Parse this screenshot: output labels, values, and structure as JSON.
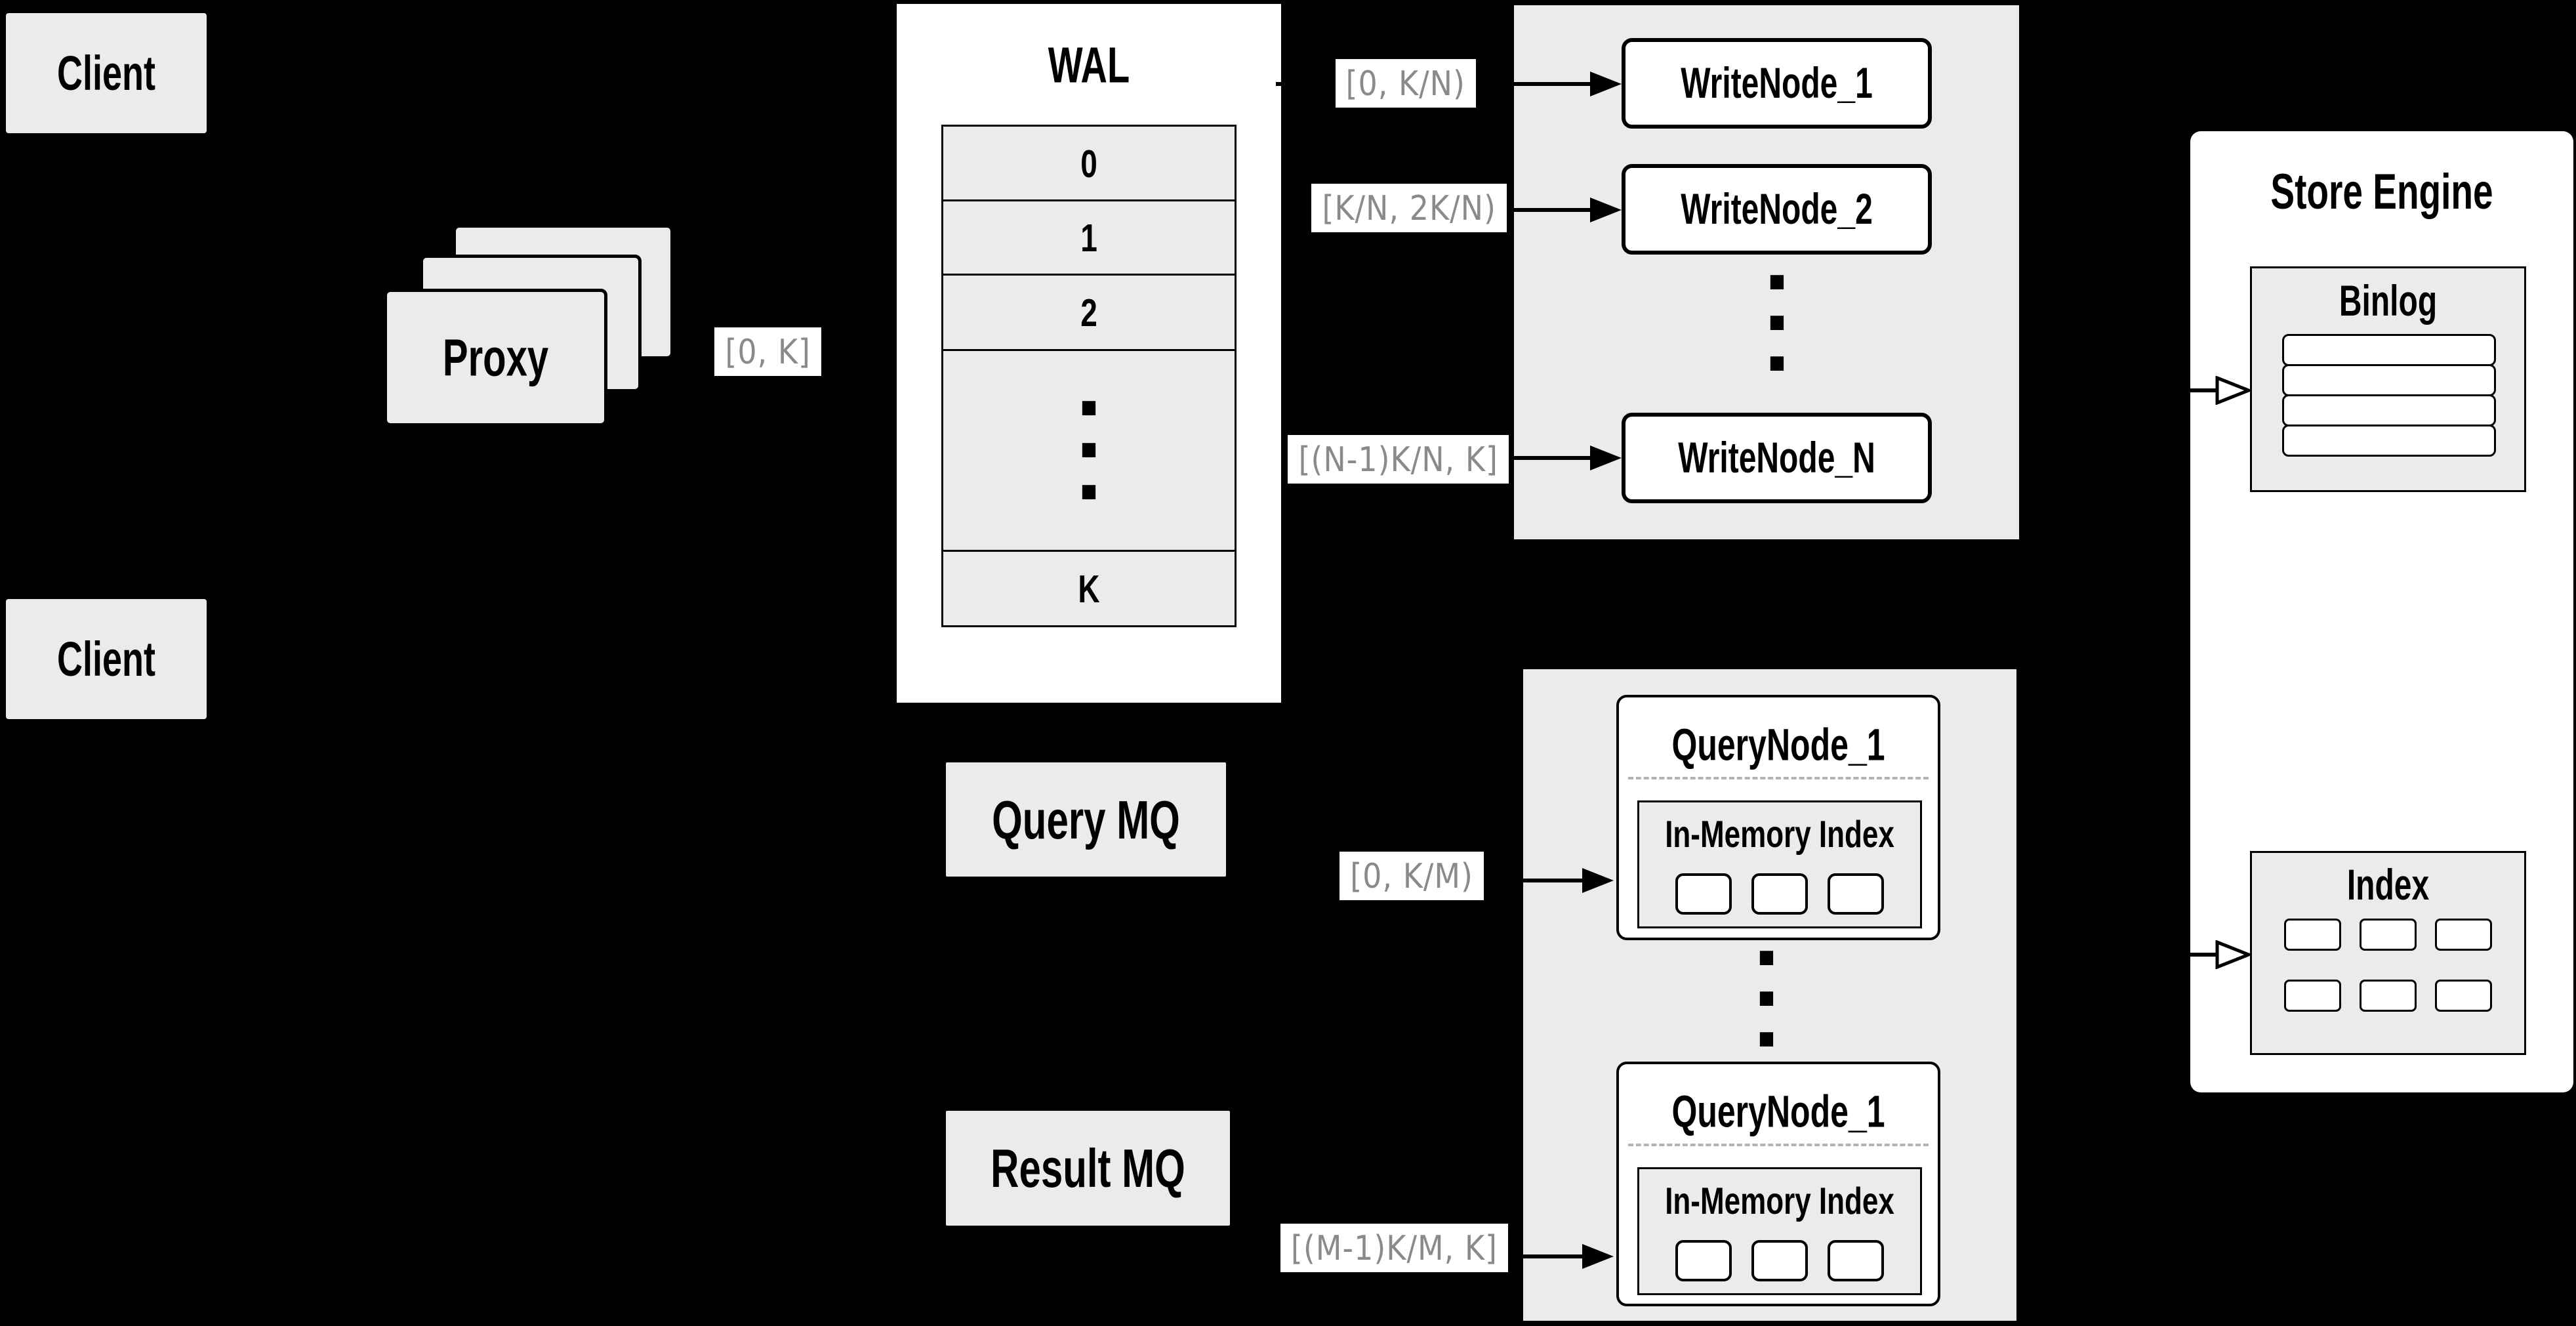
{
  "colors": {
    "canvas": "#000000",
    "panel_fill": "#ebebeb",
    "node_fill": "#ffffff",
    "stroke": "#000000",
    "range_text": "#8a8a8a",
    "dashed_line": "#b3b3b3"
  },
  "clients": {
    "top_label": "Client",
    "bottom_label": "Client"
  },
  "proxy": {
    "label": "Proxy"
  },
  "ranges": {
    "proxy_out": "[0, K]",
    "write_1": "[0, K/N)",
    "write_2": "[K/N, 2K/N)",
    "write_n": "[(N-1)K/N, K]",
    "query_in": "[0, K/M)",
    "result_in": "[(M-1)K/M, K]"
  },
  "wal": {
    "title": "WAL",
    "cells": [
      "0",
      "1",
      "2"
    ],
    "tail_cell": "K",
    "dots": [
      "·",
      "·",
      "·"
    ]
  },
  "write_cluster": {
    "nodes": [
      {
        "label": "WriteNode_1"
      },
      {
        "label": "WriteNode_2"
      },
      {
        "label": "WriteNode_N"
      }
    ],
    "dots": [
      "·",
      "·",
      "·"
    ]
  },
  "store_engine": {
    "title": "Store Engine",
    "binlog": {
      "title": "Binlog",
      "row_count": 4
    },
    "index": {
      "title": "Index",
      "cell_count": 6
    }
  },
  "queues": {
    "query_mq": "Query MQ",
    "result_mq": "Result MQ"
  },
  "query_cluster": {
    "nodes": [
      {
        "title": "QueryNode_1",
        "index_title": "In-Memory Index",
        "cell_count": 3
      },
      {
        "title": "QueryNode_1",
        "index_title": "In-Memory Index",
        "cell_count": 3
      }
    ],
    "dots": [
      "·",
      "·",
      "·"
    ]
  }
}
